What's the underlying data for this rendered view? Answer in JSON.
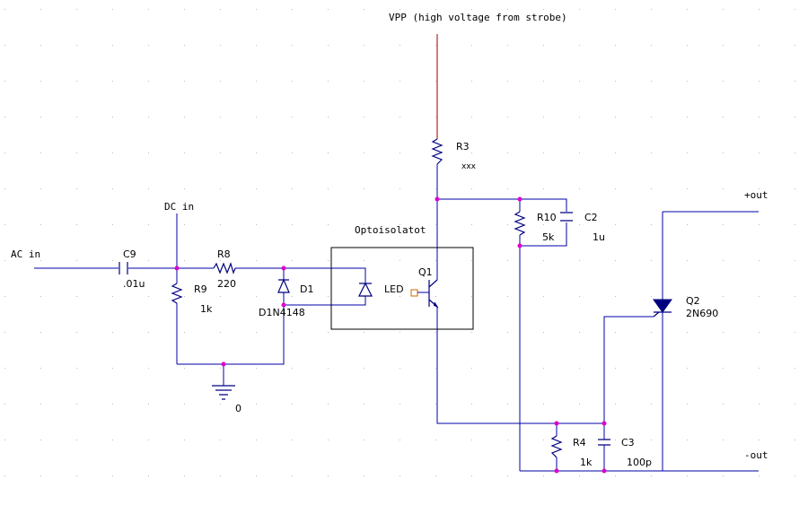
{
  "labels": {
    "vpp": "VPP (high voltage from strobe)",
    "ac_in": "AC in",
    "dc_in": "DC in",
    "optoisolator": "Optoisolatot",
    "led": "LED",
    "plus_out": "+out",
    "minus_out": "-out",
    "ground_node": "0"
  },
  "components": {
    "c9": {
      "ref": "C9",
      "value": ".01u"
    },
    "r8": {
      "ref": "R8",
      "value": "220"
    },
    "r9": {
      "ref": "R9",
      "value": "1k"
    },
    "d1": {
      "ref": "D1",
      "value": "D1N4148"
    },
    "q1": {
      "ref": "Q1"
    },
    "r3": {
      "ref": "R3",
      "value": "xxx"
    },
    "r10": {
      "ref": "R10",
      "value": "5k"
    },
    "c2": {
      "ref": "C2",
      "value": "1u"
    },
    "q2": {
      "ref": "Q2",
      "value": "2N690"
    },
    "r4": {
      "ref": "R4",
      "value": "1k"
    },
    "c3": {
      "ref": "C3",
      "value": "100p"
    }
  },
  "colors": {
    "wire": "#0000aa",
    "junction": "#dd00cc",
    "component": "#000080",
    "background": "#ffffff"
  }
}
